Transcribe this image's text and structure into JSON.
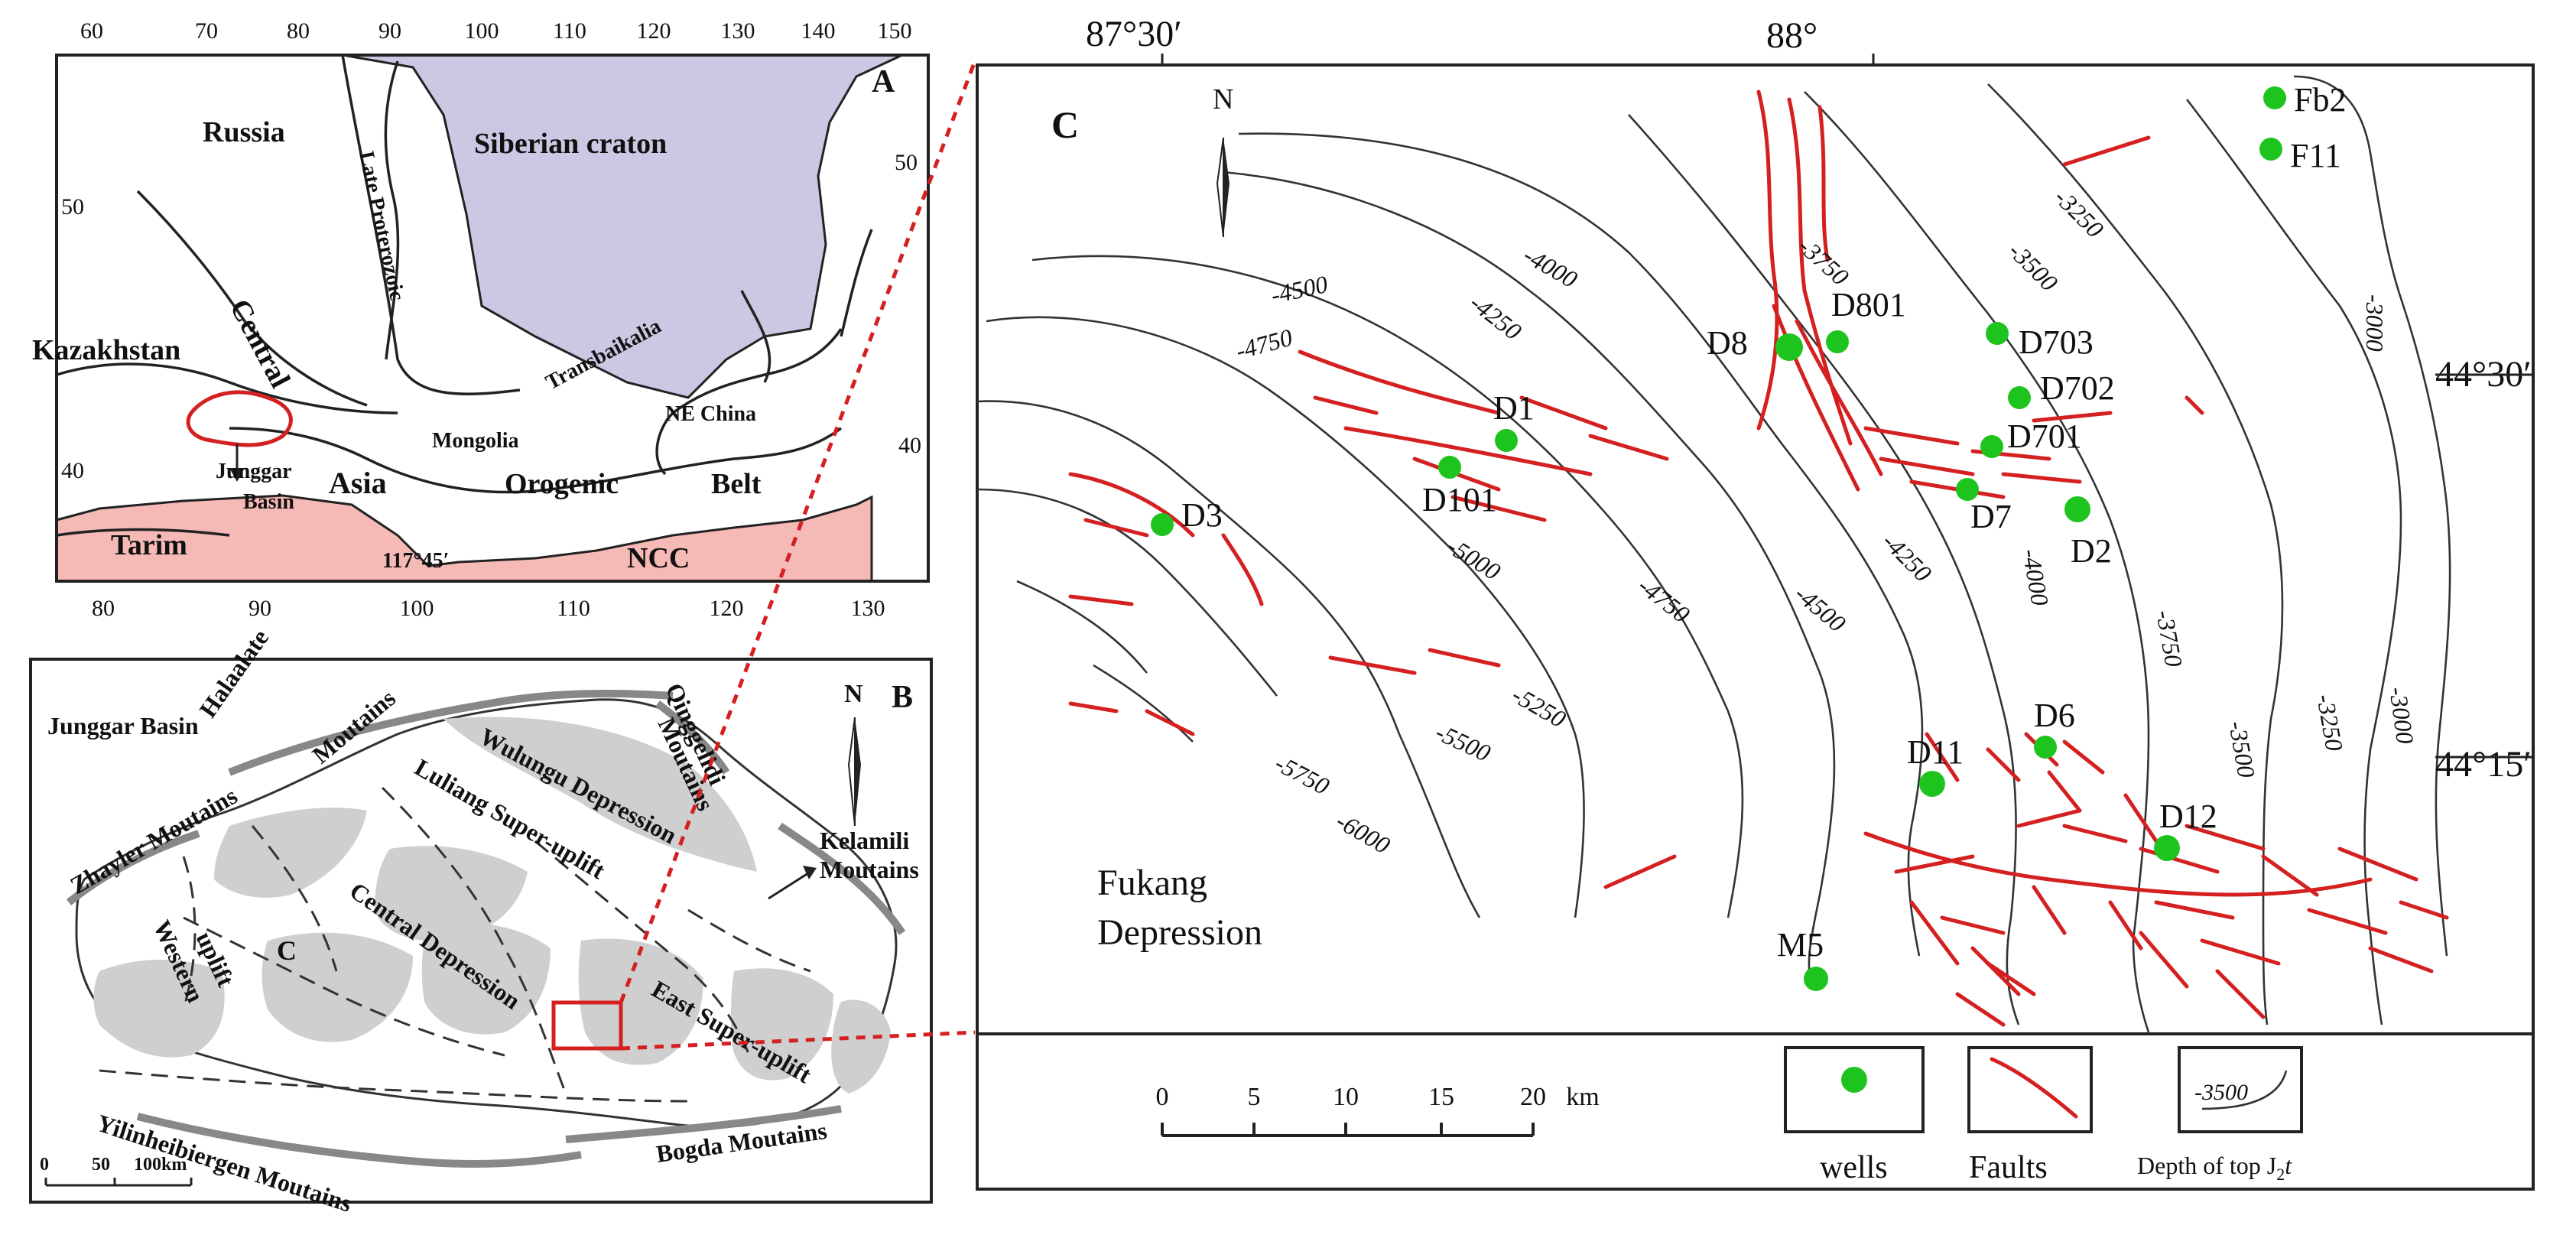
{
  "panel_a": {
    "label": "A",
    "top_ticks": [
      "60",
      "70",
      "80",
      "90",
      "100",
      "110",
      "120",
      "130",
      "140",
      "150"
    ],
    "bottom_ticks": [
      "80",
      "90",
      "100",
      "110",
      "120",
      "130"
    ],
    "left_lats": [
      "50",
      "40"
    ],
    "right_lats": [
      "50",
      "40"
    ],
    "places": [
      "Russia",
      "Siberian craton",
      "Late Proterozoic",
      "Transbaikalia",
      "Central",
      "Kazakhstan",
      "Junggar",
      "Basin",
      "Mongolia",
      "NE China",
      "Asia",
      "Orogenic",
      "Belt",
      "Tarim",
      "NCC",
      "117°45′"
    ],
    "colors": {
      "siberian_craton": "#cac8e2",
      "tarim_ncc": "#f5b9b6",
      "basin_outline": "#d42020"
    }
  },
  "panel_b": {
    "label": "B",
    "north": "N",
    "places": [
      "Junggar Basin",
      "Halaalate",
      "Moutains",
      "Qinggelidi",
      "Moutains",
      "Wulungu Depression",
      "Luliang Super-uplift",
      "Zhayler Moutains",
      "Western",
      "uplift",
      "C",
      "Central Depression",
      "East Super-uplift",
      "Kelamili",
      "Moutains",
      "Yilinheibiergen Moutains",
      "Bogda Moutains"
    ],
    "scale_labels": [
      "0",
      "50",
      "100km"
    ]
  },
  "panel_c": {
    "label": "C",
    "north": "N",
    "top_coords": [
      "87°30′",
      "88°"
    ],
    "right_coords": [
      "44°30′",
      "44°15′"
    ],
    "region_label": [
      "Fukang",
      "Depression"
    ],
    "wells": [
      "Fb2",
      "F11",
      "D8",
      "D801",
      "D703",
      "D702",
      "D701",
      "D7",
      "D2",
      "D1",
      "D101",
      "D3",
      "D6",
      "D11",
      "D12",
      "M5"
    ],
    "contour_labels": [
      "-4000",
      "-4250",
      "-4500",
      "-4750",
      "-3750",
      "-3500",
      "-3250",
      "-3000",
      "-5000",
      "-4750",
      "-4500",
      "-4250",
      "-4000",
      "-3750",
      "-5250",
      "-5500",
      "-5750",
      "-6000",
      "-3500",
      "-3250",
      "-3000"
    ],
    "scale": {
      "ticks": [
        "0",
        "5",
        "10",
        "15",
        "20"
      ],
      "unit": "km"
    },
    "legend": {
      "wells": "wells",
      "faults": "Faults",
      "depth_sample": "-3500",
      "depth": "Depth of top J",
      "depth_sub": "2",
      "depth_tail": "t"
    },
    "colors": {
      "well": "#1ec41e",
      "fault": "#d42020"
    }
  }
}
